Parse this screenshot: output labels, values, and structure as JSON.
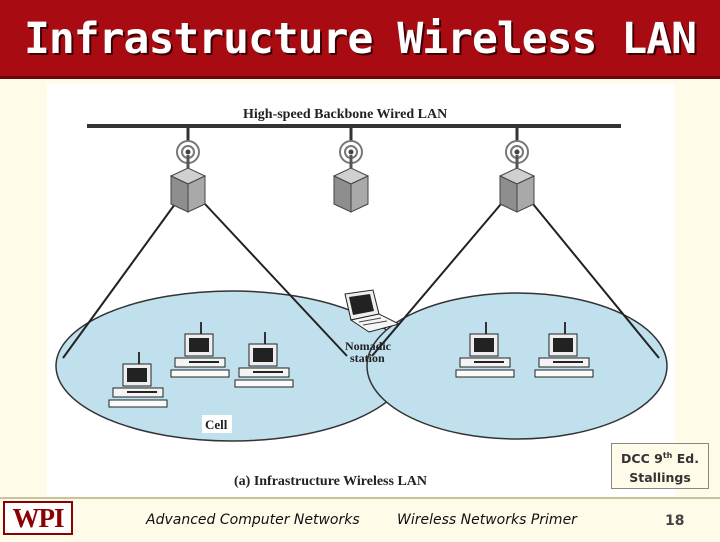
{
  "slide": {
    "title": "Infrastructure Wireless LAN",
    "credit_line1_prefix": "DCC 9",
    "credit_line1_sup": "th",
    "credit_line1_suffix": " Ed.",
    "credit_line2": "Stallings",
    "page_number": "18"
  },
  "diagram": {
    "backbone_label": "High-speed Backbone Wired LAN",
    "nomadic_label_line1": "Nomadic",
    "nomadic_label_line2": "station",
    "cell_label": "Cell",
    "caption": "(a) Infrastructure Wireless LAN"
  },
  "footer": {
    "logo_text": "WPI",
    "course": "Advanced Computer Networks",
    "topic": "Wireless Networks Primer"
  },
  "colors": {
    "title_bar": "#a80c12",
    "cell_fill": "#bfe0ec",
    "background": "#fffbe9"
  }
}
